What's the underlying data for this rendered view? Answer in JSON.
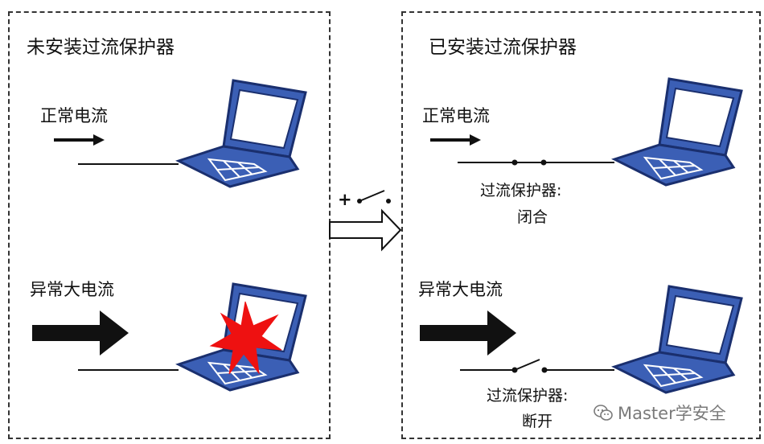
{
  "left_panel": {
    "title": "未安装过流保护器",
    "normal_label": "正常电流",
    "abnormal_label": "异常大电流"
  },
  "right_panel": {
    "title": "已安装过流保护器",
    "normal_label": "正常电流",
    "breaker_closed_label_1": "过流保护器:",
    "breaker_closed_label_2": "闭合",
    "abnormal_label": "异常大电流",
    "breaker_open_label_1": "过流保护器:",
    "breaker_open_label_2": "断开"
  },
  "switch_symbol": {
    "plus": "+"
  },
  "watermark": {
    "text": "Master学安全",
    "icon": "wechat-icon"
  },
  "colors": {
    "laptop_fill": "#3b5fb5",
    "laptop_stroke": "#1a2f6e",
    "explosion": "#ee1111",
    "line": "#111111"
  }
}
